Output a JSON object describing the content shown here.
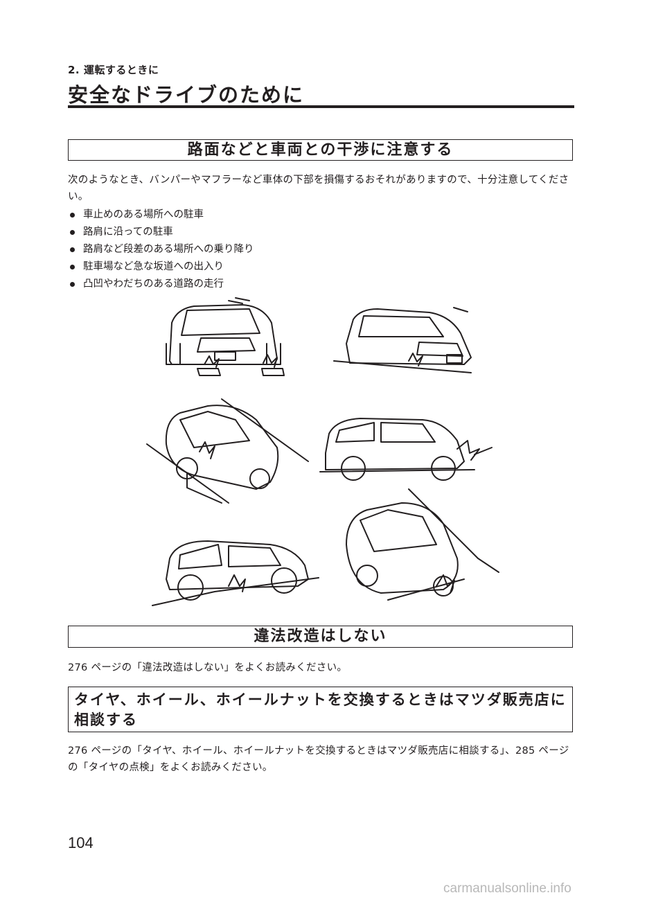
{
  "header": {
    "chapter": "2. 運転するときに",
    "title": "安全なドライブのために"
  },
  "section1": {
    "heading": "路面などと車両との干渉に注意する",
    "intro": "次のようなとき、バンパーやマフラーなど車体の下部を損傷するおそれがありますので、十分注意してください。",
    "bullets": [
      "車止めのある場所への駐車",
      "路肩に沿っての駐車",
      "路肩など段差のある場所への乗り降り",
      "駐車場など急な坂道への出入り",
      "凸凹やわだちのある道路の走行"
    ]
  },
  "section2": {
    "heading": "違法改造はしない",
    "text": "276 ページの「違法改造はしない」をよくお読みください。"
  },
  "section3": {
    "heading": "タイヤ、ホイール、ホイールナットを交換するときはマツダ販売店に相談する",
    "text": "276 ページの「タイヤ、ホイール、ホイールナットを交換するときはマツダ販売店に相談する」、285 ページの「タイヤの点検」をよくお読みください。"
  },
  "page_number": "104",
  "watermark": "carmanualsonline.info"
}
